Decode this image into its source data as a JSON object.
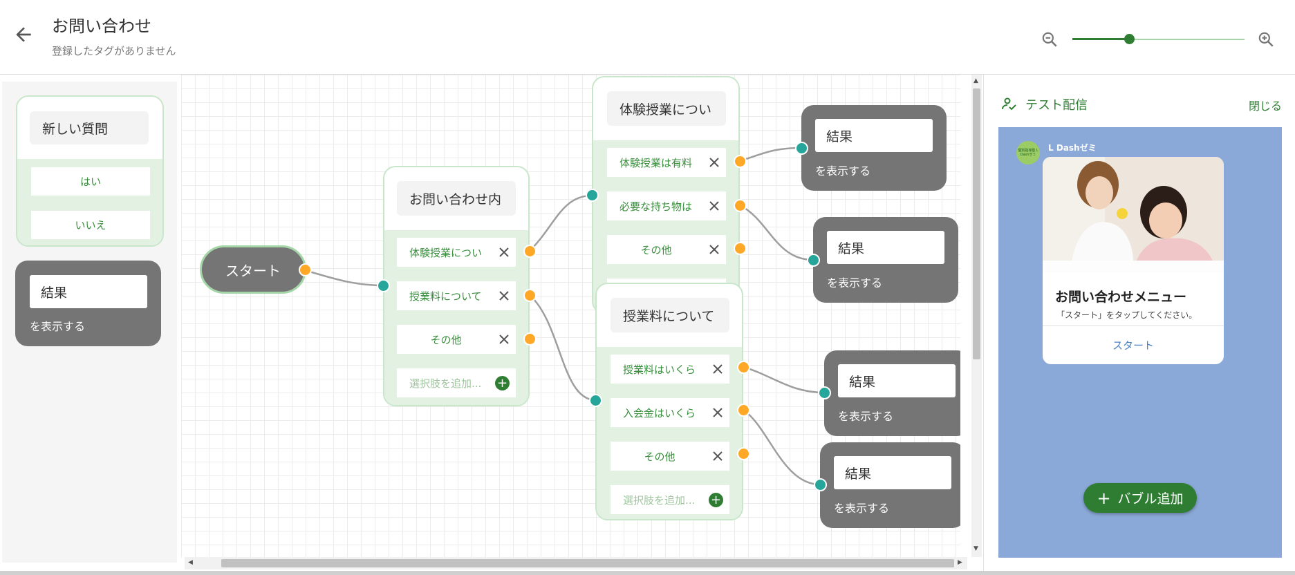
{
  "header": {
    "title": "お問い合わせ",
    "subtitle": "登録したタグがありません",
    "zoom_level": 0.33
  },
  "palette": {
    "question_card": {
      "title": "新しい質問",
      "options": [
        "はい",
        "いいえ"
      ]
    },
    "result_card": {
      "input": "結果",
      "caption": "を表示する"
    }
  },
  "canvas": {
    "start_label": "スタート",
    "nodes": {
      "q1": {
        "title": "お問い合わせ内",
        "options": [
          "体験授業につい",
          "授業料について",
          "その他"
        ],
        "add_placeholder": "選択肢を追加..."
      },
      "q2": {
        "title": "体験授業につい",
        "options": [
          "体験授業は有料",
          "必要な持ち物は",
          "その他"
        ]
      },
      "q3": {
        "title": "授業料について",
        "options": [
          "授業料はいくら",
          "入会金はいくら",
          "その他"
        ],
        "add_placeholder": "選択肢を追加..."
      },
      "result_input": "結果",
      "result_caption": "を表示する"
    }
  },
  "right_panel": {
    "title": "テスト配信",
    "close_label": "閉じる",
    "chat": {
      "sender": "L Dashゼミ",
      "avatar_text": "個別指導塾 L Dashゼミ",
      "card_title": "お問い合わせメニュー",
      "card_desc": "「スタート」をタップしてください。",
      "card_action": "スタート"
    },
    "add_bubble_label": "バブル追加"
  },
  "colors": {
    "accent": "#2e7d32",
    "option_text": "#388e3c",
    "output_dot": "#ffa726",
    "input_dot": "#26a69a",
    "node_body": "#e3f1e3",
    "result_card": "#757575",
    "chat_bg": "#8ba9d8"
  },
  "icons": {
    "back": "arrow-left-icon",
    "zoom_out": "zoom-out-icon",
    "zoom_in": "zoom-in-icon",
    "delete_option": "close-icon",
    "add_option": "plus-icon",
    "test": "person-check-icon",
    "add_bubble": "plus-icon"
  }
}
